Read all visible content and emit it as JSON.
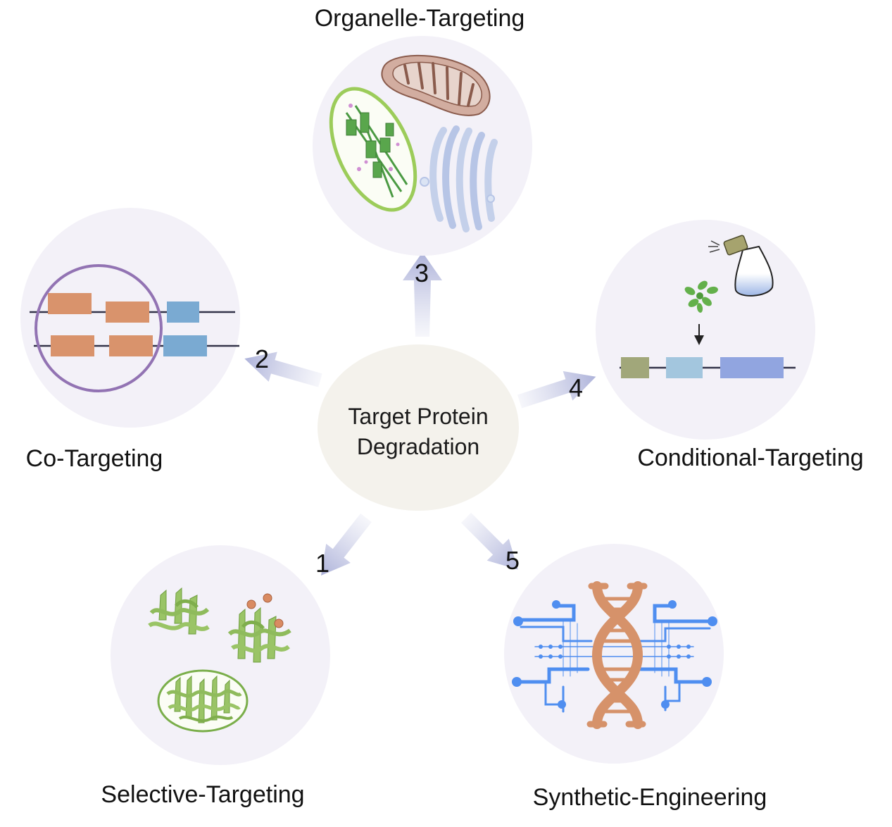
{
  "center": {
    "line1": "Target Protein",
    "line2": "Degradation"
  },
  "branches": [
    {
      "number": "1",
      "title": "Selective-Targeting"
    },
    {
      "number": "2",
      "title": "Co-Targeting"
    },
    {
      "number": "3",
      "title": "Organelle-Targeting"
    },
    {
      "number": "4",
      "title": "Conditional-Targeting"
    },
    {
      "number": "5",
      "title": "Synthetic-Engineering"
    }
  ],
  "colors": {
    "circle_fill": "#f3f1f8",
    "center_fill": "#f4f2ec",
    "arrow": "#c5c8e4",
    "orange_block": "#d9936c",
    "blue_block": "#7aaad2",
    "nucleus_ring": "#9273b3",
    "chloroplast": "#9ccc5a",
    "mitochondria": "#c9a191",
    "golgi": "#c4d0ea",
    "dna_orange": "#d6926a",
    "circuit_blue": "#4f8ef0",
    "protein_green": "#8fbb5c"
  }
}
